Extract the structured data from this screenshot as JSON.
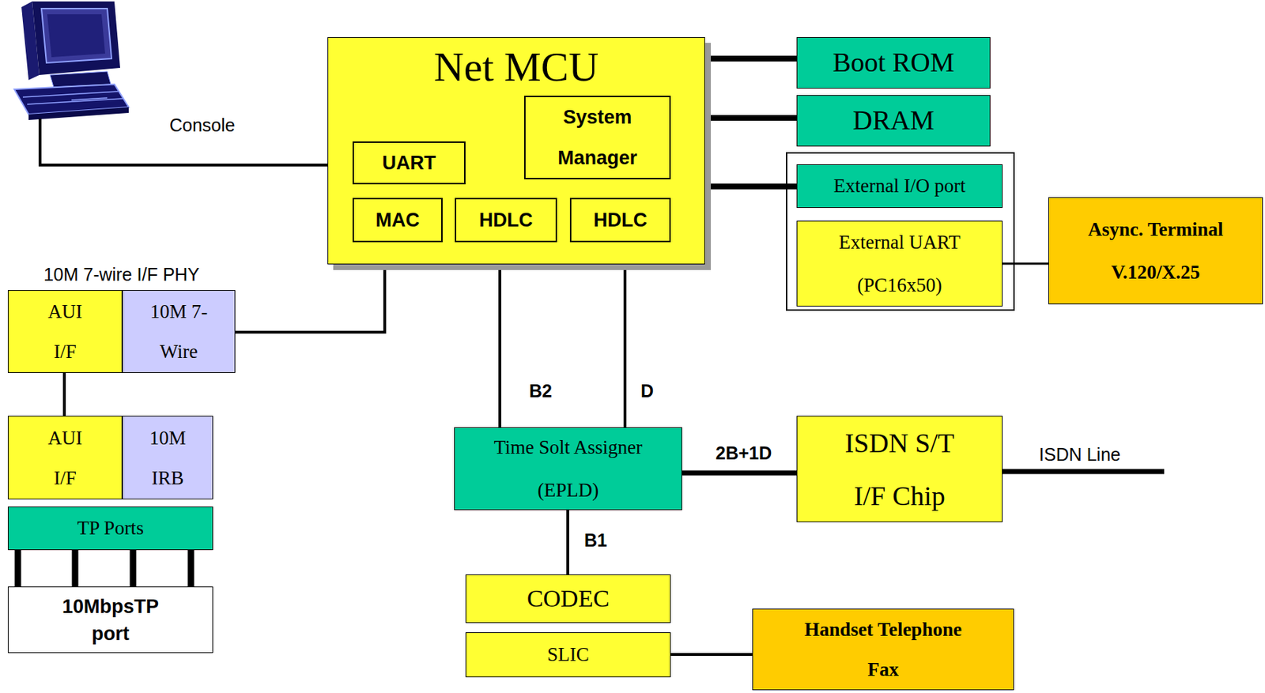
{
  "diagram": {
    "nodes": [
      {
        "text": [
          "Console"
        ]
      },
      {
        "text": [
          "Net MCU"
        ]
      },
      {
        "text": [
          "System Manager"
        ],
        "in": 1
      },
      {
        "text": [
          "UART"
        ],
        "in": 1
      },
      {
        "text": [
          "MAC"
        ],
        "in": 1
      },
      {
        "text": [
          "HDLC"
        ],
        "in": 1
      },
      {
        "text": [
          "HDLC"
        ],
        "in": 1
      },
      {
        "text": [
          "Boot ROM"
        ]
      },
      {
        "text": [
          "DRAM"
        ]
      },
      {
        "text": [
          "External I/O port"
        ]
      },
      {
        "text": [
          "External UART (PC16x50)"
        ]
      },
      {
        "text": [
          "Async. Terminal V.120/X.25"
        ]
      },
      {
        "text": [
          "AUI I/F"
        ]
      },
      {
        "text": [
          "10M 7-Wire"
        ]
      },
      {
        "text": [
          "AUI I/F"
        ]
      },
      {
        "text": [
          "10M IRB"
        ]
      },
      {
        "text": [
          "TP Ports"
        ]
      },
      {
        "text": [
          "10MbpsTP port"
        ]
      },
      {
        "text": [
          "Time Solt Assigner (EPLD)"
        ]
      },
      {
        "text": [
          "ISDN S/T I/F Chip"
        ]
      },
      {
        "text": [
          "CODEC"
        ]
      },
      {
        "text": [
          "SLIC"
        ]
      },
      {
        "text": [
          "Handset Telephone Fax"
        ]
      }
    ],
    "edges": [
      {
        "from": 0,
        "to": 1,
        "arrow": "none"
      },
      {
        "from": 1,
        "to": 7,
        "arrow": "none"
      },
      {
        "from": 1,
        "to": 8,
        "arrow": "none"
      },
      {
        "from": 1,
        "to": 9,
        "arrow": "none"
      },
      {
        "from": 10,
        "to": 11,
        "arrow": "none"
      },
      {
        "from": 1,
        "to": 13,
        "arrow": "none"
      },
      {
        "from": 12,
        "to": 14,
        "arrow": "none"
      },
      {
        "from": 16,
        "to": 17,
        "arrow": "none"
      },
      {
        "from": 16,
        "to": 17,
        "arrow": "none"
      },
      {
        "from": 16,
        "to": 17,
        "arrow": "none"
      },
      {
        "from": 16,
        "to": 17,
        "arrow": "none"
      },
      {
        "from": 1,
        "to": 18,
        "label": "B2",
        "arrow": "none"
      },
      {
        "from": 1,
        "to": 18,
        "label": "D",
        "arrow": "none"
      },
      {
        "from": 18,
        "to": 19,
        "label": "2B+1D",
        "arrow": "none"
      },
      {
        "from": 18,
        "to": 20,
        "label": "B1",
        "arrow": "none"
      },
      {
        "from": 21,
        "to": 22,
        "arrow": "none"
      }
    ],
    "labels": [
      "10M 7-wire I/F PHY",
      "ISDN Line"
    ]
  }
}
